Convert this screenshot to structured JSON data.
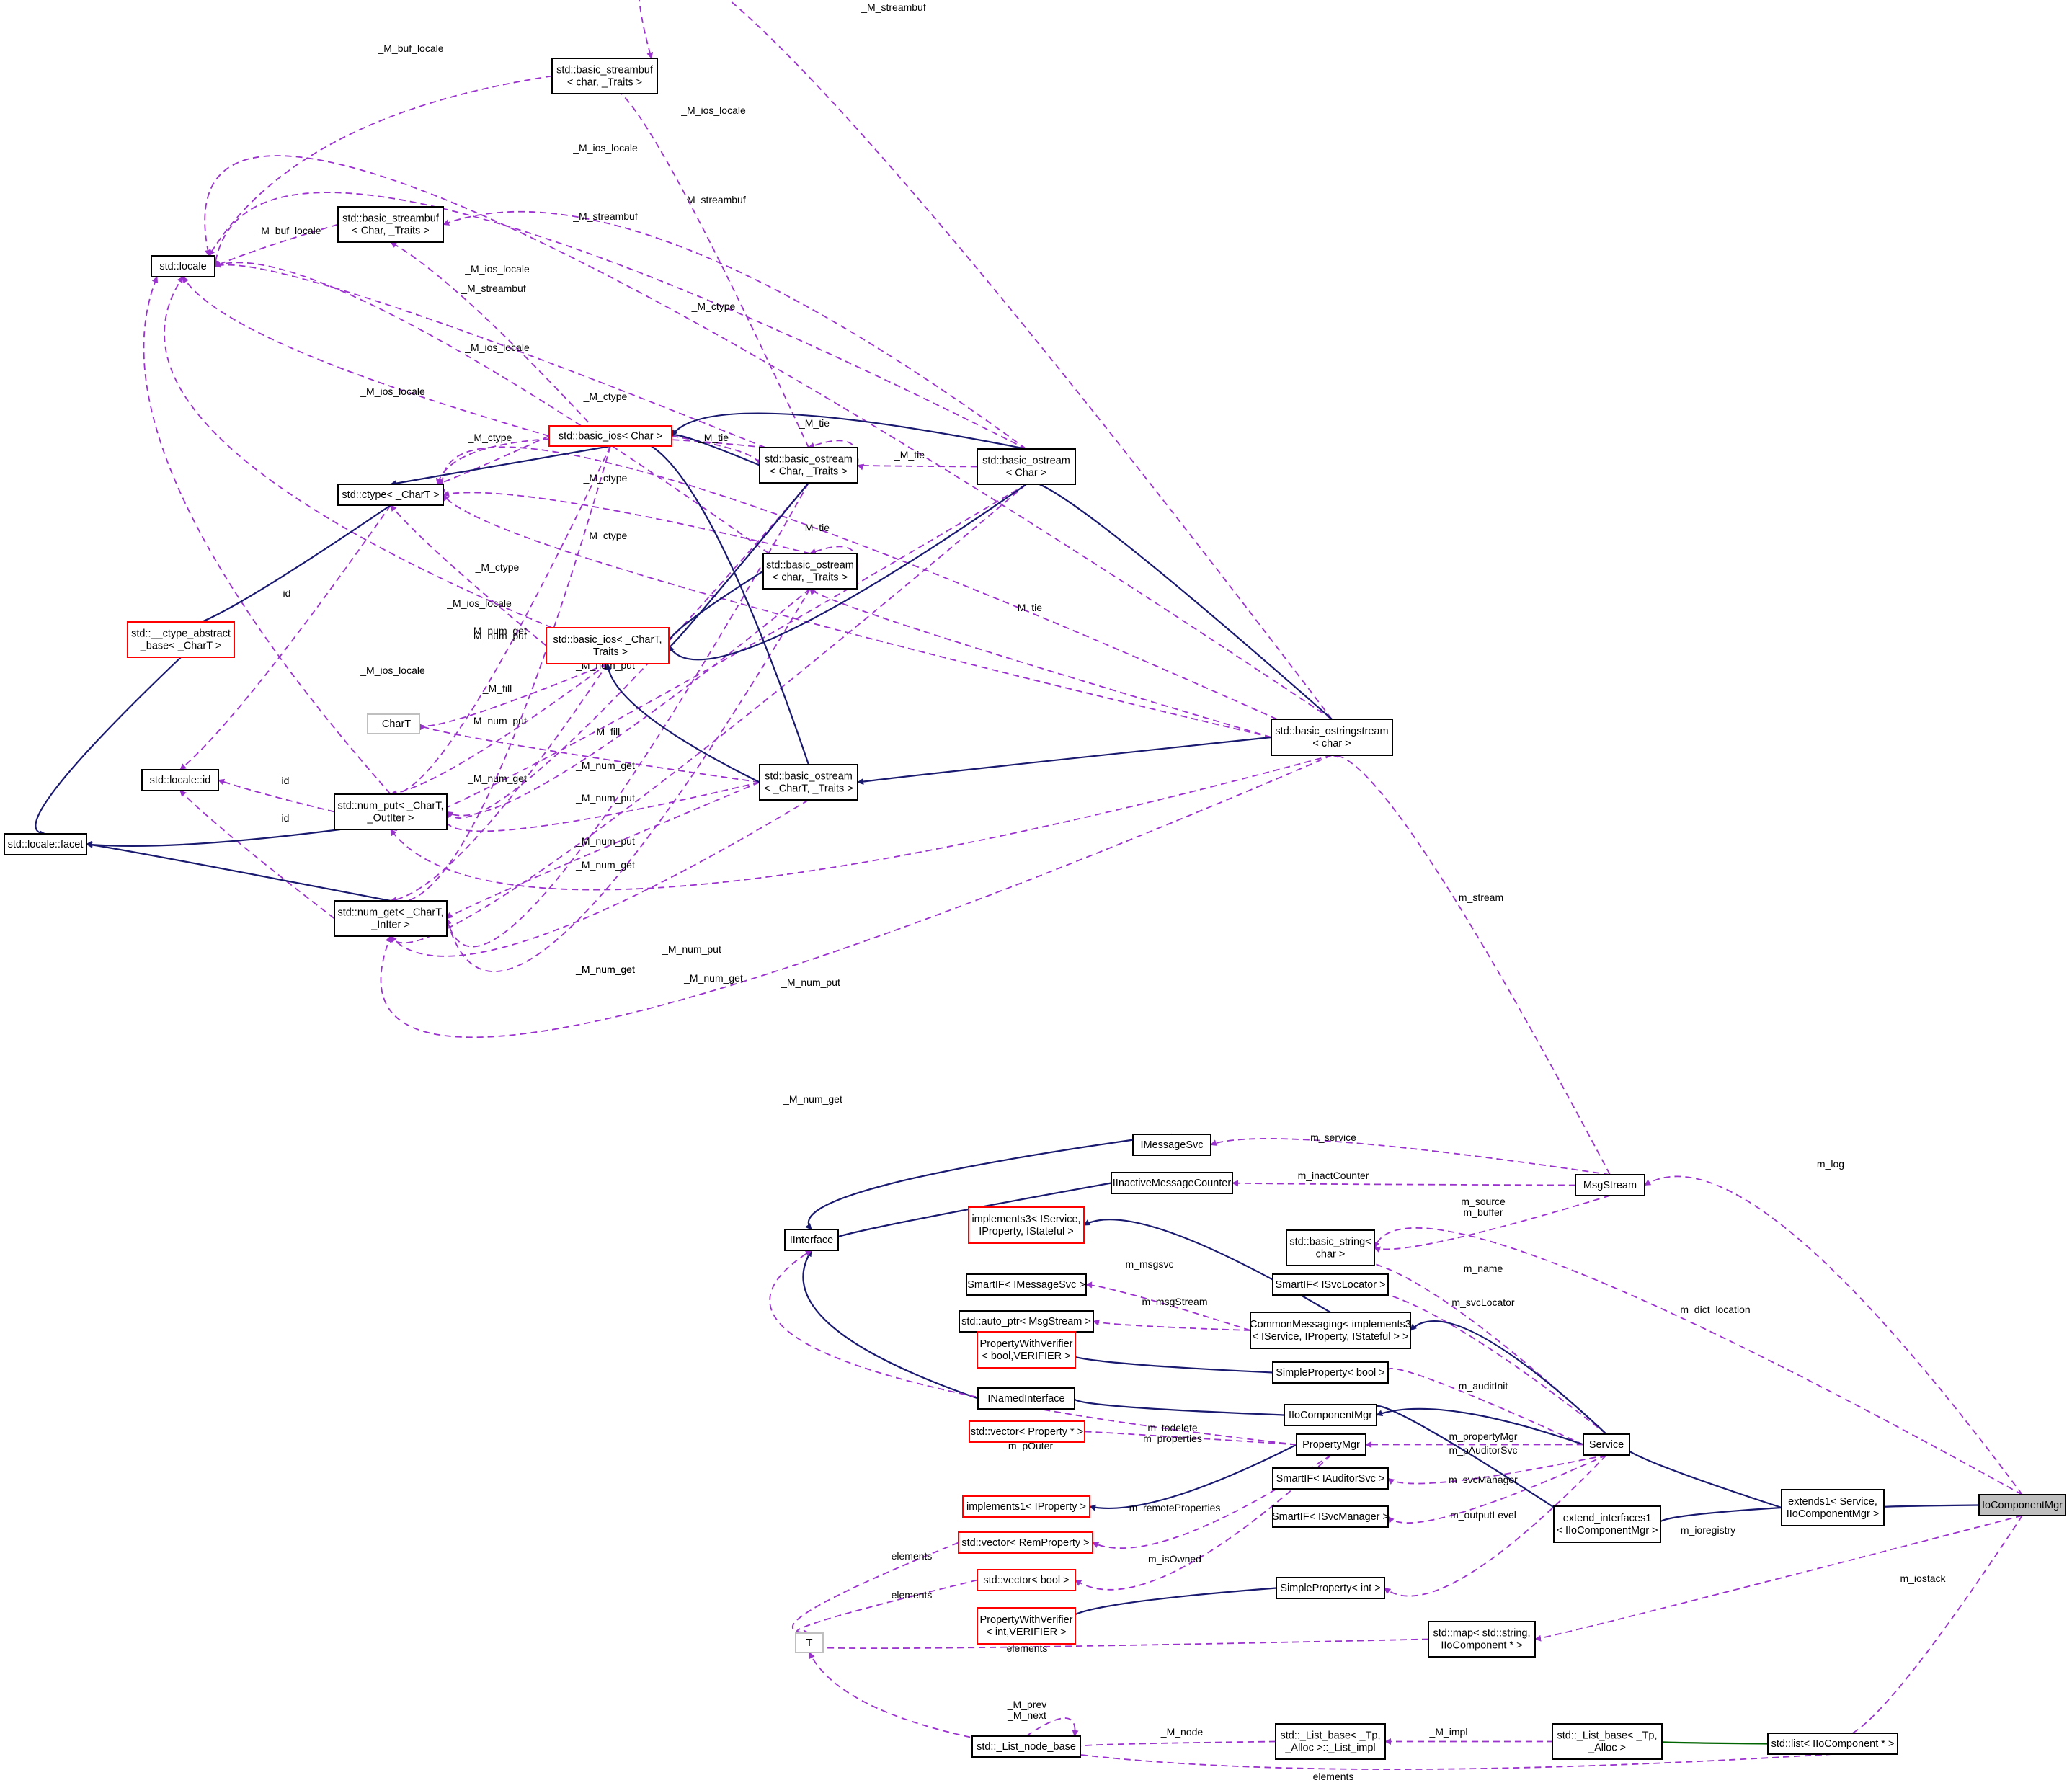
{
  "colors": {
    "inherit": "#191970",
    "use": "#9a32cd",
    "template": "#006400",
    "red_border": "#ff0000",
    "gray_border": "#bfbfbf",
    "selected_fill": "#bfbfbf"
  },
  "nodes": {
    "locale": [
      "std::locale"
    ],
    "streambuf_char": [
      "std::basic_streambuf",
      "< char, _Traits >"
    ],
    "streambuf_Char": [
      "std::basic_streambuf",
      "< Char, _Traits >"
    ],
    "ctype": [
      "std::ctype< _CharT >"
    ],
    "ctype_base": [
      "std::__ctype_abstract",
      "_base< _CharT >"
    ],
    "locale_id": [
      "std::locale::id"
    ],
    "locale_facet": [
      "std::locale::facet"
    ],
    "num_put": [
      "std::num_put< _CharT,",
      " _OutIter >"
    ],
    "num_get": [
      "std::num_get< _CharT,",
      " _InIter >"
    ],
    "CharT": [
      "_CharT"
    ],
    "ios_Char": [
      "std::basic_ios< Char >"
    ],
    "ios_CharT": [
      "std::basic_ios< _CharT,",
      " _Traits >"
    ],
    "ostream_Char_T": [
      "std::basic_ostream",
      "< Char, _Traits >"
    ],
    "ostream_char_T": [
      "std::basic_ostream",
      "< char, _Traits >"
    ],
    "ostream_CharT": [
      "std::basic_ostream",
      "< _CharT, _Traits >"
    ],
    "ostream_Char": [
      "std::basic_ostream",
      "< Char >"
    ],
    "ostringstream": [
      "std::basic_ostringstream",
      "< char >"
    ],
    "IMessageSvc": [
      "IMessageSvc"
    ],
    "IInactive": [
      "IInactiveMessageCounter"
    ],
    "IInterface": [
      "IInterface"
    ],
    "impl3": [
      "implements3< IService,",
      " IProperty, IStateful >"
    ],
    "SmartIF_Msg": [
      "SmartIF< IMessageSvc >"
    ],
    "auto_ptr": [
      "std::auto_ptr< MsgStream >"
    ],
    "PWV_bool": [
      "PropertyWithVerifier",
      "< bool,VERIFIER >"
    ],
    "INamed": [
      "INamedInterface"
    ],
    "vec_Prop": [
      "std::vector< Property * >"
    ],
    "impl1": [
      "implements1< IProperty >"
    ],
    "vec_Rem": [
      "std::vector< RemProperty >"
    ],
    "vec_bool": [
      "std::vector< bool >"
    ],
    "PWV_int": [
      "PropertyWithVerifier",
      "< int,VERIFIER >"
    ],
    "T": [
      "T"
    ],
    "list_node_base": [
      "std::_List_node_base"
    ],
    "MsgStream": [
      "MsgStream"
    ],
    "basic_string": [
      "std::basic_string<",
      " char >"
    ],
    "SmartIF_Loc": [
      "SmartIF< ISvcLocator >"
    ],
    "CommonMsg": [
      "CommonMessaging< implements3",
      "< IService, IProperty, IStateful > >"
    ],
    "SP_bool": [
      "SimpleProperty< bool >"
    ],
    "IIoCM": [
      "IIoComponentMgr"
    ],
    "PropertyMgr": [
      "PropertyMgr"
    ],
    "SmartIF_Aud": [
      "SmartIF< IAuditorSvc >"
    ],
    "SmartIF_Mgr": [
      "SmartIF< ISvcManager >"
    ],
    "SP_int": [
      "SimpleProperty< int >"
    ],
    "list_impl": [
      "std::_List_base< _Tp,",
      " _Alloc >::_List_impl"
    ],
    "Service": [
      "Service"
    ],
    "ext_if1": [
      "extend_interfaces1",
      "< IIoComponentMgr >"
    ],
    "map": [
      "std::map< std::string,",
      " IIoComponent * >"
    ],
    "list_base": [
      "std::_List_base< _Tp,",
      " _Alloc >"
    ],
    "extends1": [
      "extends1< Service,",
      " IIoComponentMgr >"
    ],
    "IoCM": [
      "IoComponentMgr"
    ],
    "list_IoC": [
      "std::list< IIoComponent * >"
    ]
  },
  "edge_labels": {
    "buf_locale": "_M_buf_locale",
    "ios_locale": "_M_ios_locale",
    "streambuf": "_M_streambuf",
    "ctype": "_M_ctype",
    "tie": "_M_tie",
    "num_put": "_M_num_put",
    "num_get": "_M_num_get",
    "fill": "_M_fill",
    "id": "id",
    "stream": "m_stream",
    "service": "m_service",
    "inactCounter": "m_inactCounter",
    "log": "m_log",
    "source_buffer": [
      "m_source",
      "m_buffer"
    ],
    "name": "m_name",
    "dict_location": "m_dict_location",
    "msgsvc": "m_msgsvc",
    "msgStream": "m_msgStream",
    "svcLocator": "m_svcLocator",
    "auditInit": "m_auditInit",
    "todelete_properties": [
      "m_todelete",
      "m_properties"
    ],
    "propertyMgr": "m_propertyMgr",
    "pAuditorSvc": "m_pAuditorSvc",
    "pOuter": "m_pOuter",
    "svcManager": "m_svcManager",
    "remoteProperties": "m_remoteProperties",
    "outputLevel": "m_outputLevel",
    "isOwned": "m_isOwned",
    "ioregistry": "m_ioregistry",
    "iostack": "m_iostack",
    "elements": "elements",
    "prev_next": [
      "_M_prev",
      "_M_next"
    ],
    "node": "_M_node",
    "impl": "_M_impl"
  }
}
